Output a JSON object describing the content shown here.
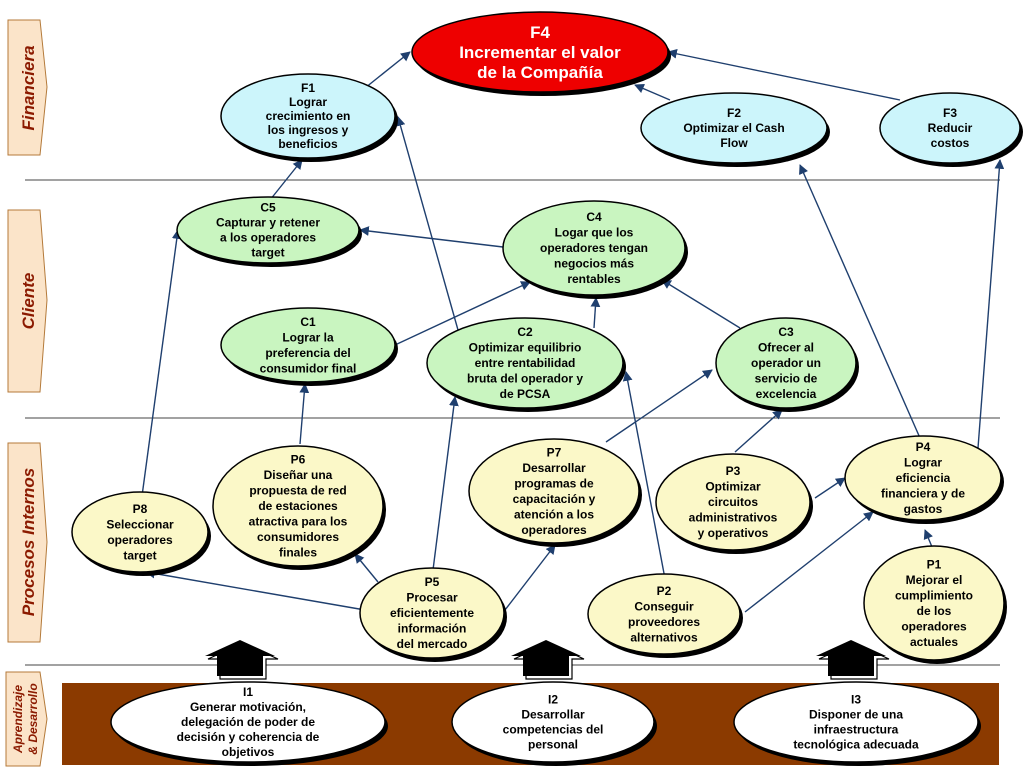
{
  "lanes": {
    "financiera": "Financiera",
    "cliente": "Cliente",
    "procesos": "Procesos Internos",
    "aprendizaje_1": "Aprendizaje",
    "aprendizaje_2": "& Desarrollo"
  },
  "colors": {
    "financial_node": "#ccf5fb",
    "client_node": "#c9f5c0",
    "process_node": "#fbf8c8",
    "learning_node": "#ffffff",
    "goal_node": "#ee0000",
    "learning_band": "#8b3a00",
    "lane_tab": "#fbe4c9",
    "edge": "#1f3f6e"
  },
  "nodes": {
    "F4": {
      "lines": [
        "F4",
        "Incrementar el valor",
        "de la Compañía"
      ]
    },
    "F1": {
      "lines": [
        "F1",
        "Lograr",
        "crecimiento en",
        "los ingresos y",
        "beneficios"
      ]
    },
    "F2": {
      "lines": [
        "F2",
        "Optimizar el Cash",
        "Flow"
      ]
    },
    "F3": {
      "lines": [
        "F3",
        "Reducir",
        "costos"
      ]
    },
    "C5": {
      "lines": [
        "C5",
        "Capturar y retener",
        "a los operadores",
        "target"
      ]
    },
    "C4": {
      "lines": [
        "C4",
        "Logar que los",
        "operadores tengan",
        "negocios más",
        "rentables"
      ]
    },
    "C1": {
      "lines": [
        "C1",
        "Lograr la",
        "preferencia del",
        "consumidor final"
      ]
    },
    "C2": {
      "lines": [
        "C2",
        "Optimizar equilibrio",
        "entre rentabilidad",
        "bruta del operador y",
        "de PCSA"
      ]
    },
    "C3": {
      "lines": [
        "C3",
        "Ofrecer al",
        "operador un",
        "servicio de",
        "excelencia"
      ]
    },
    "P6": {
      "lines": [
        "P6",
        "Diseñar una",
        "propuesta de red",
        "de estaciones",
        "atractiva para los",
        "consumidores",
        "finales"
      ]
    },
    "P7": {
      "lines": [
        "P7",
        "Desarrollar",
        "programas de",
        "capacitación y",
        "atención a los",
        "operadores"
      ]
    },
    "P3": {
      "lines": [
        "P3",
        "Optimizar",
        "circuitos",
        "administrativos",
        "y operativos"
      ]
    },
    "P4": {
      "lines": [
        "P4",
        "Lograr",
        "eficiencia",
        "financiera y de",
        "gastos"
      ]
    },
    "P8": {
      "lines": [
        "P8",
        "Seleccionar",
        "operadores",
        "target"
      ]
    },
    "P5": {
      "lines": [
        "P5",
        "Procesar",
        "eficientemente",
        "información",
        "del mercado"
      ]
    },
    "P2": {
      "lines": [
        "P2",
        "Conseguir",
        "proveedores",
        "alternativos"
      ]
    },
    "P1": {
      "lines": [
        "P1",
        "Mejorar el",
        "cumplimiento",
        "de los",
        "operadores",
        "actuales"
      ]
    },
    "I1": {
      "lines": [
        "I1",
        "Generar motivación,",
        "delegación de poder de",
        "decisión y  coherencia de",
        "objetivos"
      ]
    },
    "I2": {
      "lines": [
        "I2",
        "Desarrollar",
        "competencias del",
        "personal"
      ]
    },
    "I3": {
      "lines": [
        "I3",
        "Disponer de una",
        "infraestructura",
        "tecnológica adecuada"
      ]
    }
  }
}
